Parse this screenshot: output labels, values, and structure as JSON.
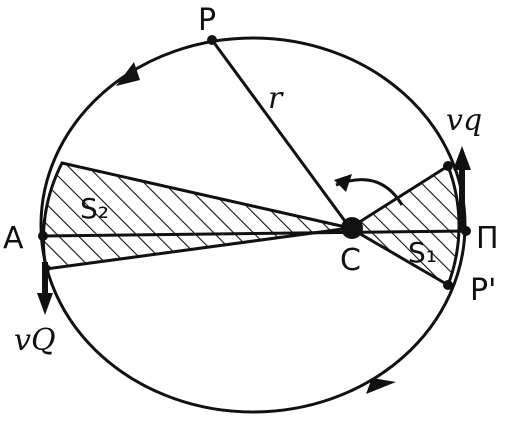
{
  "labels": {
    "perihelion_start": "P",
    "radius": "r",
    "aphelion": "A",
    "perihelion": "П",
    "center": "C",
    "perihelion_end": "P'",
    "area_left": "S₂",
    "area_right": "S₁",
    "velocity_perihelion": "vq",
    "velocity_aphelion": "vQ"
  },
  "colors": {
    "ink": "#111111",
    "background": "#ffffff"
  }
}
